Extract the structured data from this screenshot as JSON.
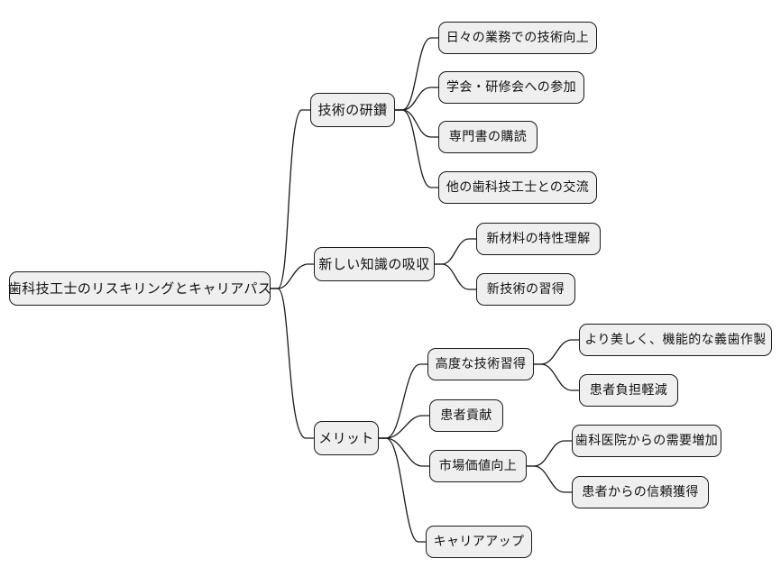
{
  "diagram": {
    "type": "mind-map",
    "title": "歯科技工士のリスキリングとキャリアパス",
    "background_color": "#ffffff",
    "node_fill_color": "#efefef",
    "node_border_color": "#1a1a1a",
    "edge_color": "#1a1a1a",
    "text_color": "#111111"
  },
  "nodes": {
    "root": {
      "label": "歯科技工士のリスキリングとキャリアパス"
    },
    "branch1": {
      "label": "技術の研鑽"
    },
    "branch1_child1": {
      "label": "日々の業務での技術向上"
    },
    "branch1_child2": {
      "label": "学会・研修会への参加"
    },
    "branch1_child3": {
      "label": "専門書の購読"
    },
    "branch1_child4": {
      "label": "他の歯科技工士との交流"
    },
    "branch2": {
      "label": "新しい知識の吸収"
    },
    "branch2_child1": {
      "label": "新材料の特性理解"
    },
    "branch2_child2": {
      "label": "新技術の習得"
    },
    "branch3": {
      "label": "メリット"
    },
    "branch3_child1": {
      "label": "高度な技術習得"
    },
    "branch3_child1_sub1": {
      "label": "より美しく、機能的な義歯作製"
    },
    "branch3_child1_sub2": {
      "label": "患者負担軽減"
    },
    "branch3_child2": {
      "label": "患者貢献"
    },
    "branch3_child3": {
      "label": "市場価値向上"
    },
    "branch3_child3_sub1": {
      "label": "歯科医院からの需要増加"
    },
    "branch3_child3_sub2": {
      "label": "患者からの信頼獲得"
    },
    "branch3_child4": {
      "label": "キャリアアップ"
    }
  }
}
